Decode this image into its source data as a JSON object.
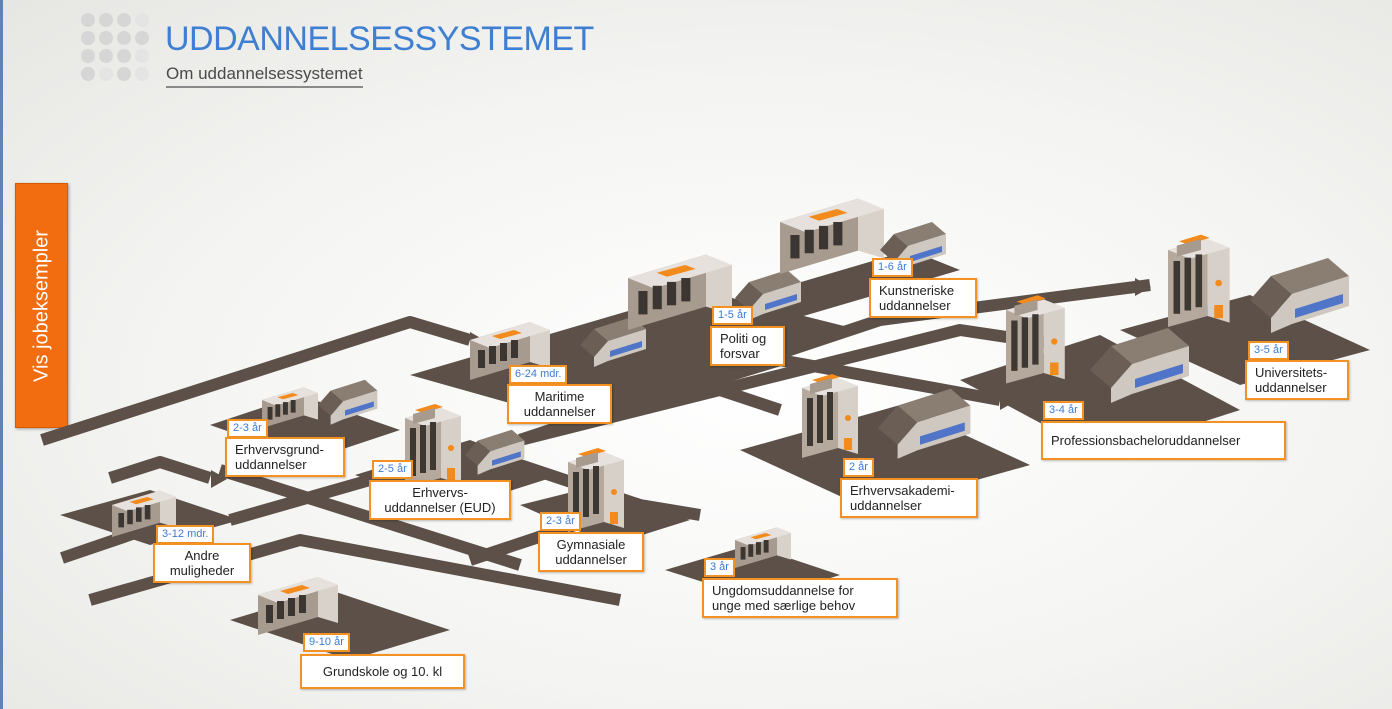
{
  "header": {
    "title": "UDDANNELSESSYSTEMET",
    "subtitle": "Om uddannelsessystemet"
  },
  "side_tab": {
    "label": "Vis jobeksempler"
  },
  "colors": {
    "accent": "#f26d0f",
    "label_border": "#f39122",
    "duration_text": "#3b7bd4",
    "title": "#3f7fd2",
    "road": "#5c5048"
  },
  "education": {
    "grundskole": {
      "duration": "9-10 år",
      "name": "Grundskole og 10. kl"
    },
    "andre": {
      "duration": "3-12 mdr.",
      "name_l1": "Andre",
      "name_l2": "muligheder"
    },
    "egu": {
      "duration": "2-3 år",
      "name_l1": "Erhvervsgrund-",
      "name_l2": "uddannelser"
    },
    "eud": {
      "duration": "2-5 år",
      "name_l1": "Erhvervs-",
      "name_l2": "uddannelser (EUD)"
    },
    "gym": {
      "duration": "2-3 år",
      "name_l1": "Gymnasiale",
      "name_l2": "uddannelser"
    },
    "stu": {
      "duration": "3 år",
      "name_l1": "Ungdomsuddannelse for",
      "name_l2": "unge med særlige behov"
    },
    "maritime": {
      "duration": "6-24 mdr.",
      "name_l1": "Maritime",
      "name_l2": "uddannelser"
    },
    "politi": {
      "duration": "1-5 år",
      "name_l1": "Politi og",
      "name_l2": "forsvar"
    },
    "kunst": {
      "duration": "1-6 år",
      "name_l1": "Kunstneriske",
      "name_l2": "uddannelser"
    },
    "erhvervsakademi": {
      "duration": "2 år",
      "name_l1": "Erhvervsakademi-",
      "name_l2": "uddannelser"
    },
    "professions": {
      "duration": "3-4 år",
      "name": "Professionsbacheloruddannelser"
    },
    "universitet": {
      "duration": "3-5 år",
      "name_l1": "Universitets-",
      "name_l2": "uddannelser"
    }
  }
}
